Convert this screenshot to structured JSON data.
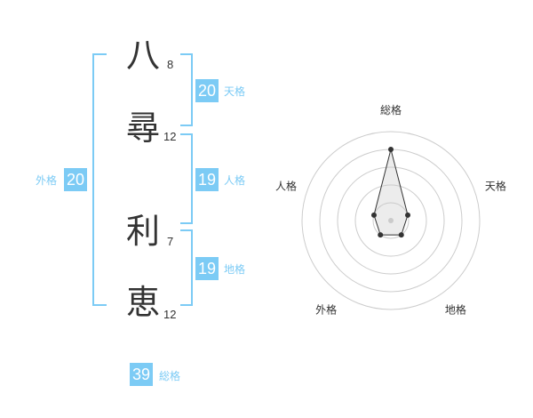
{
  "colors": {
    "accent": "#7ccbf5",
    "label": "#7ccbf5",
    "text": "#333333",
    "grid": "#cccccc"
  },
  "name": {
    "characters": [
      {
        "char": "八",
        "strokes": "8"
      },
      {
        "char": "尋",
        "strokes": "12"
      },
      {
        "char": "利",
        "strokes": "7"
      },
      {
        "char": "恵",
        "strokes": "12"
      }
    ]
  },
  "fortune": {
    "tenkaku": {
      "value": "20",
      "label": "天格"
    },
    "jinkaku": {
      "value": "19",
      "label": "人格"
    },
    "chikaku": {
      "value": "19",
      "label": "地格"
    },
    "gaikaku": {
      "value": "20",
      "label": "外格"
    },
    "soukaku": {
      "value": "39",
      "label": "総格"
    }
  },
  "chart_data": {
    "type": "radar",
    "axes": [
      "総格",
      "天格",
      "地格",
      "外格",
      "人格"
    ],
    "values": [
      4,
      1,
      1,
      1,
      1
    ],
    "rmax": 5,
    "rings": [
      1,
      2,
      3,
      4,
      5
    ]
  }
}
